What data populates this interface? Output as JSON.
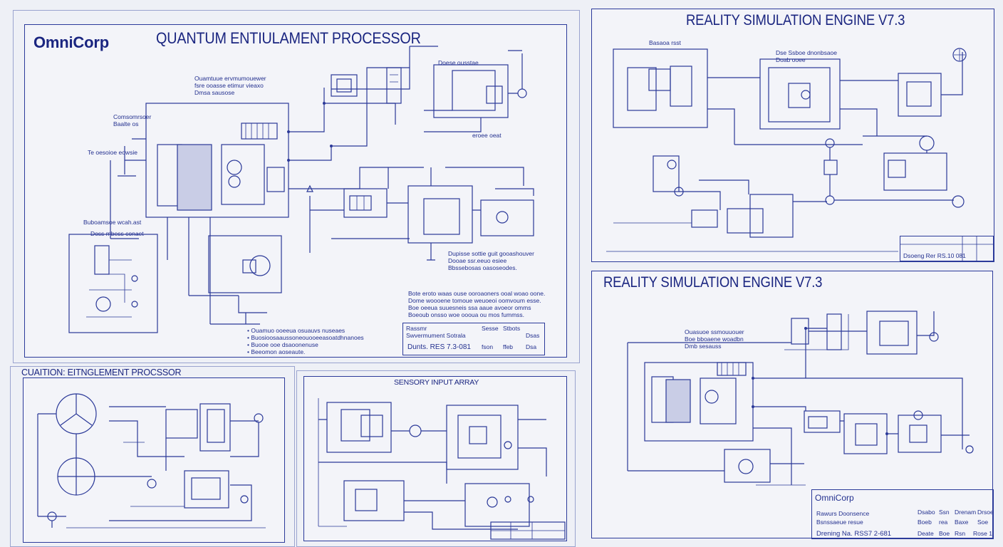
{
  "sheets": {
    "main": {
      "brand": "OmniCorp",
      "title": "QUANTUM ENTIULAMENT PROCESSOR",
      "drawing_no": "Dunts. RES 7.3-081",
      "tb_left1": "Rassmr",
      "tb_left2": "Swvermument Sotrala",
      "cells": [
        "Sesse",
        "Stbots",
        "Dsas",
        "fson",
        "ffeb",
        "Dsa"
      ],
      "labels": {
        "l1": "Ouamtuue ervmumouewer\nfsre ooasse etimur vieaxo\nDmsa sausose",
        "l2": "Comsomrsoer\nBaalte os",
        "l3": "Te oesoioe eowsie",
        "l4": "Buboamsoe wcah.ast",
        "l5": "Doss mbess conaet",
        "l6": "Doese ousstae",
        "l7": "eroee oeat",
        "l8": "Dupisse sottie guit gooashouver\nDooae ssr.eeuo esiee\nBbssebosas oasoseodes.",
        "l9": "Bote eroto waas ouse ooroaoners ooal woao oone.\nDome woooene tomoue weuoeoi oomvoum esse.\nBoe oeeua suuesneis ssa aaue avoeor omms\nBoeoub onsso woe oooua ou mos fummss.",
        "l10": "• Ouamuo ooeeua osuauvs nuseaes\n• Buosioosaaussoneouooeeasoatdhnanoes\n• Buooe ooe dsaoonenuse\n• Beeomon aoseaute."
      }
    },
    "sensory": {
      "title": "SENSORY INPUT ARRAY"
    },
    "caution": {
      "title": "CUAITION: EITNGLEMENT PROCSSOR"
    },
    "rse_top": {
      "title": "REALITY SIMULATION ENGINE V7.3",
      "drawing_no": "Dsoeng Rer RS.10 081",
      "labels": {
        "a1": "Basaoa rsst",
        "a2": "Dse Ssboe dnonbsaoe\nDoab ooee"
      }
    },
    "rse_bottom": {
      "title": "REALITY SIMULATION ENGINE V7.3",
      "brand": "OmniCorp",
      "tb_row1": "Rawurs Doonsence",
      "tb_row2": "Bsnssaeue resue",
      "drawing_no": "Drening Na. RSS7 2-681",
      "cells": [
        "Dsabo",
        "Ssn",
        "Drenam",
        "Drsoe",
        "Boeb",
        "rea",
        "Baxe",
        "Soe",
        "Deate",
        "Boe",
        "Rsn",
        "Rose 1"
      ],
      "labels": {
        "b1": "Ouasuoe ssmouuouer\nBoe bboaene woadbn\nDmb sesauss"
      }
    }
  },
  "colors": {
    "ink": "#1a2580",
    "paper": "#f3f4f9",
    "background": "#eef0f6"
  }
}
